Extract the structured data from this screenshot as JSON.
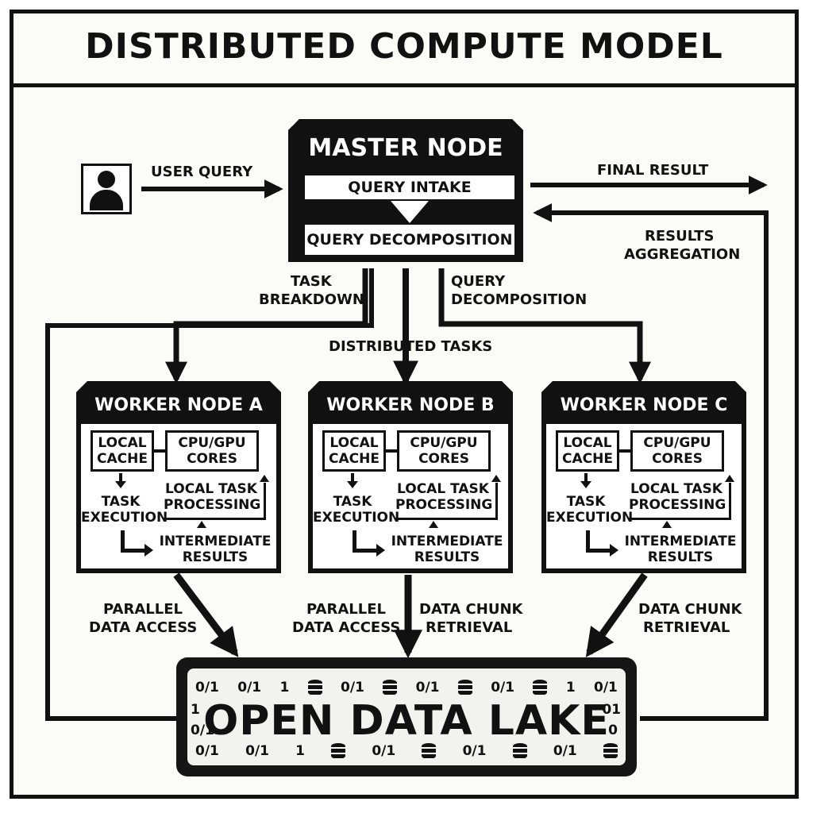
{
  "title": "DISTRIBUTED COMPUTE MODEL",
  "master": {
    "title": "MASTER NODE",
    "intake": "QUERY INTAKE",
    "decomposition": "QUERY DECOMPOSITION"
  },
  "labels": {
    "user_query": "USER QUERY",
    "final_result": "FINAL RESULT",
    "results_aggregation_1": "RESULTS",
    "results_aggregation_2": "AGGREGATION",
    "task_breakdown_1": "TASK",
    "task_breakdown_2": "BREAKDOWN",
    "query_decomposition_1": "QUERY",
    "query_decomposition_2": "DECOMPOSITION",
    "distributed_tasks": "DISTRIBUTED TASKS",
    "parallel_a_1": "PARALLEL",
    "parallel_a_2": "DATA ACCESS",
    "parallel_b_1": "PARALLEL",
    "parallel_b_2": "DATA ACCESS",
    "chunk_b_1": "DATA CHUNK",
    "chunk_b_2": "RETRIEVAL",
    "chunk_c_1": "DATA CHUNK",
    "chunk_c_2": "RETRIEVAL"
  },
  "workers": [
    {
      "title": "WORKER NODE A",
      "cache_1": "LOCAL",
      "cache_2": "CACHE",
      "cores_1": "CPU/GPU",
      "cores_2": "CORES",
      "exec_1": "TASK",
      "exec_2": "EXECUTION",
      "proc_1": "LOCAL TASK",
      "proc_2": "PROCESSING",
      "inter_1": "INTERMEDIATE",
      "inter_2": "RESULTS"
    },
    {
      "title": "WORKER NODE B",
      "cache_1": "LOCAL",
      "cache_2": "CACHE",
      "cores_1": "CPU/GPU",
      "cores_2": "CORES",
      "exec_1": "TASK",
      "exec_2": "EXECUTION",
      "proc_1": "LOCAL TASK",
      "proc_2": "PROCESSING",
      "inter_1": "INTERMEDIATE",
      "inter_2": "RESULTS"
    },
    {
      "title": "WORKER NODE C",
      "cache_1": "LOCAL",
      "cache_2": "CACHE",
      "cores_1": "CPU/GPU",
      "cores_2": "CORES",
      "exec_1": "TASK",
      "exec_2": "EXECUTION",
      "proc_1": "LOCAL TASK",
      "proc_2": "PROCESSING",
      "inter_1": "INTERMEDIATE",
      "inter_2": "RESULTS"
    }
  ],
  "lake": {
    "title": "OPEN DATA LAKE",
    "top_row": [
      "0/1",
      "0/1",
      "1",
      "0/1",
      "0/1",
      "0/1",
      "1",
      "0/1"
    ],
    "bottom_row": [
      "0/1",
      "0/1",
      "1",
      "0/1",
      "0/1",
      "0/1"
    ],
    "left_col": [
      "1",
      "0/1"
    ],
    "right_col": [
      "01",
      "0"
    ]
  },
  "icons": {
    "user": "user-icon",
    "database": "database-icon"
  }
}
